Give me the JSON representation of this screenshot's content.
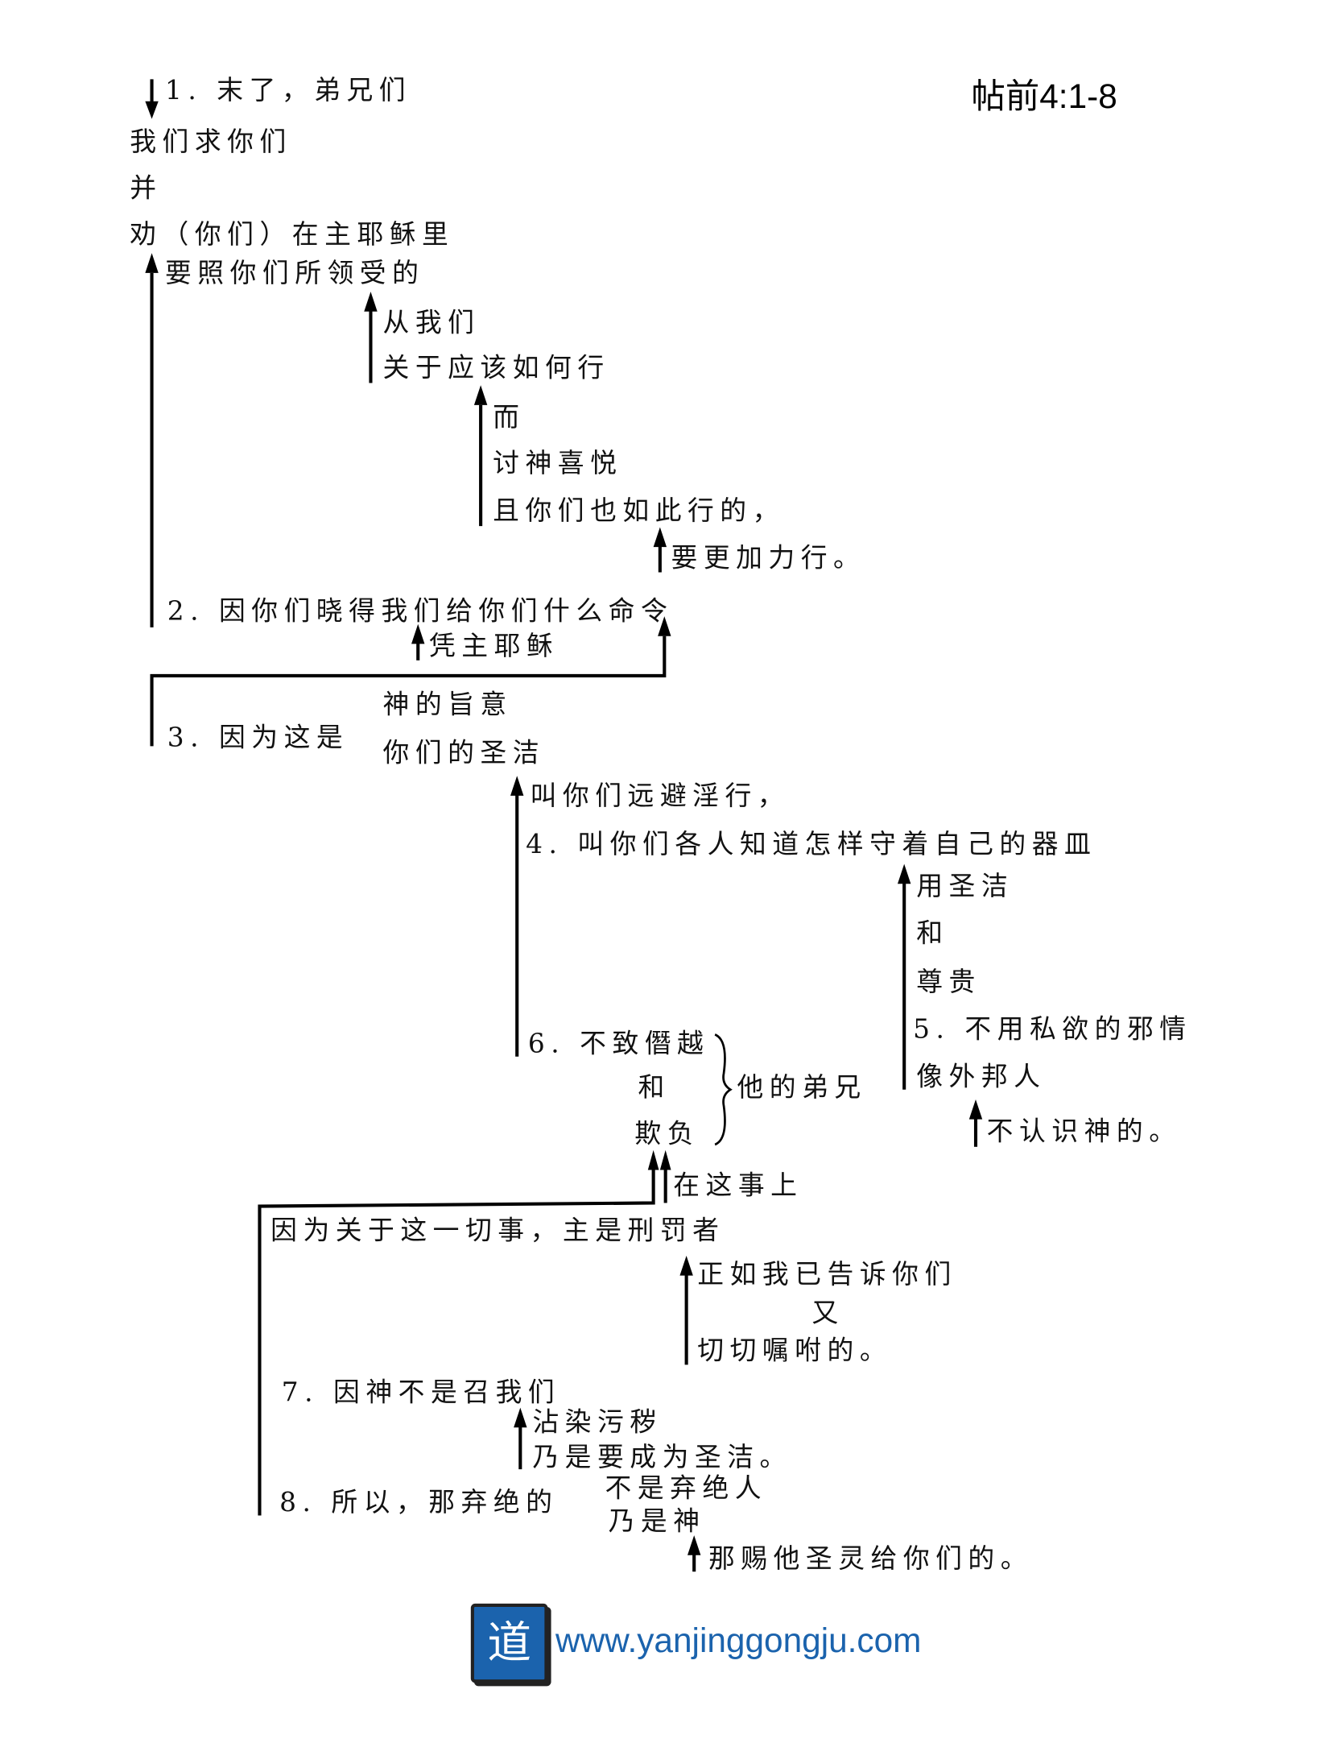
{
  "title": "帖前4:1-8",
  "lines": {
    "l1": "1. 末了，弟兄们",
    "l2": "我们求你们",
    "l3": "并",
    "l4": "劝（你们）在主耶稣里",
    "l5": "要照你们所领受的",
    "l6": "从我们",
    "l7": "关于应该如何行",
    "l8": "而",
    "l9": "讨神喜悦",
    "l10": "且你们也如此行的，",
    "l11": "要更加力行。",
    "l12": "2. 因你们晓得我们给你们什么命令",
    "l13": "凭主耶稣",
    "l14": "神的旨意",
    "l15": "3. 因为这是",
    "l16": "你们的圣洁",
    "l17": "叫你们远避淫行，",
    "l18": "4. 叫你们各人知道怎样守着自己的器皿",
    "l19": "用圣洁",
    "l20": "和",
    "l21": "尊贵",
    "l22": "5. 不用私欲的邪情",
    "l23": "像外邦人",
    "l24": "不认识神的。",
    "l25": "6. 不致僭越",
    "l26": "和",
    "l27": "欺负",
    "l28": "他的弟兄",
    "l29": "在这事上",
    "l30": "因为关于这一切事，主是刑罚者",
    "l31": "正如我已告诉你们",
    "l32": "又",
    "l33": "切切嘱咐的。",
    "l34": "7. 因神不是召我们",
    "l35": "沾染污秽",
    "l36": "乃是要成为圣洁。",
    "l37": "8. 所以，那弃绝的",
    "l38": "不是弃绝人",
    "l39": "乃是神",
    "l40": "那赐他圣灵给你们的。"
  },
  "logo": {
    "glyph": "道",
    "url": "www.yanjinggongju.com",
    "color": "#1b63ad"
  }
}
